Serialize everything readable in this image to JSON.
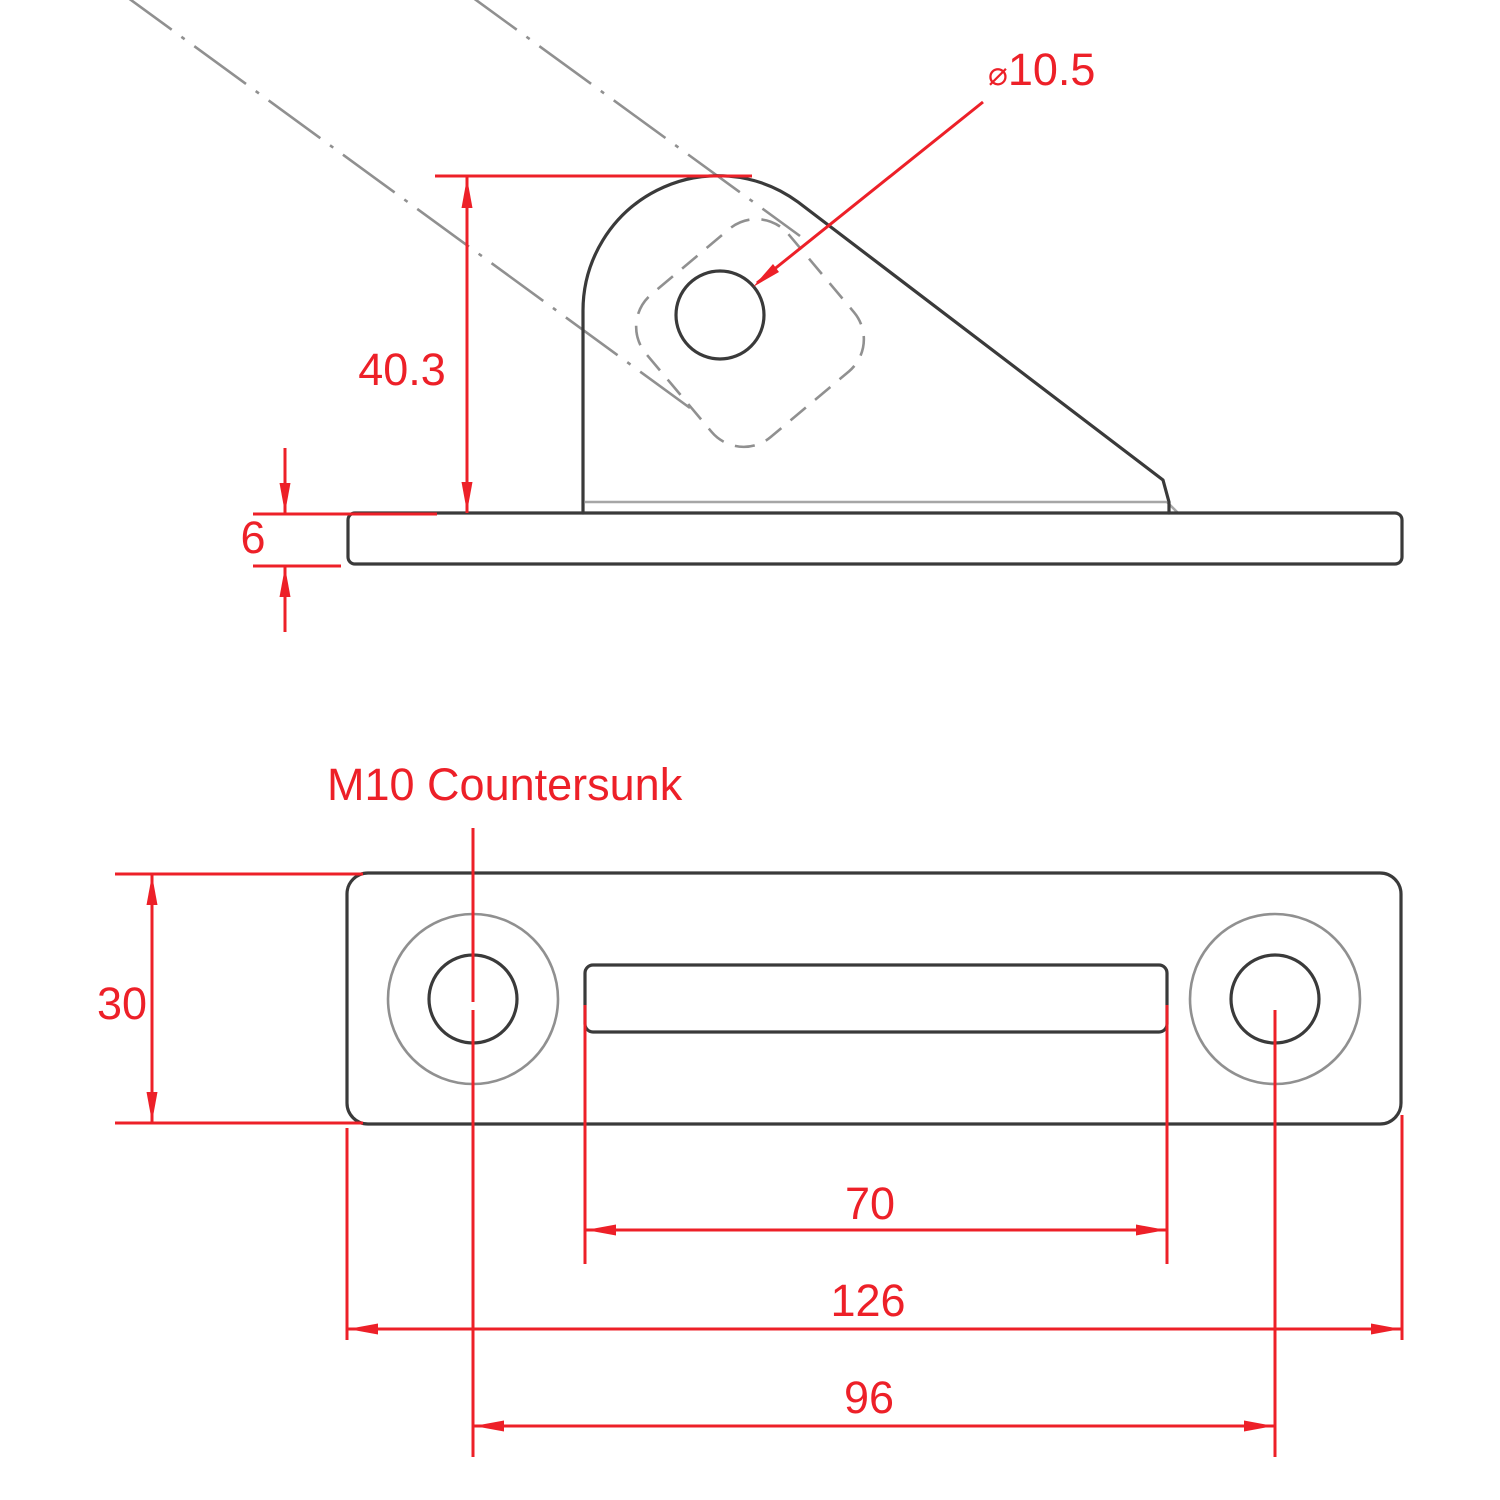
{
  "meta": {
    "drawing_type": "engineering-drawing",
    "views": [
      "side-elevation",
      "plan"
    ]
  },
  "colors": {
    "dimension_red": "#ed2028",
    "outline_dark": "#3a3a3a",
    "construction_gray": "#909090",
    "weld_gray": "#a6a6a6"
  },
  "side_view": {
    "hole_diameter": {
      "symbol": "⌀",
      "value": "10.5"
    },
    "gusset_height": "40.3",
    "plate_thickness": "6"
  },
  "plan_view": {
    "countersunk_note": "M10 Countersunk",
    "plate_width": "30",
    "slot_length": "70",
    "overall_length": "126",
    "hole_spacing": "96"
  }
}
